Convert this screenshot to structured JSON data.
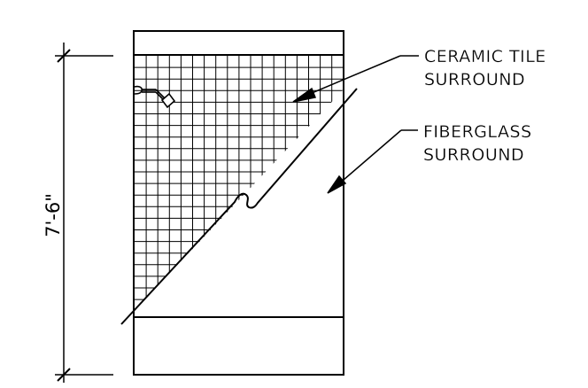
{
  "labels": {
    "ceramic_line1": "CERAMIC TILE",
    "ceramic_line2": "SURROUND",
    "fiberglass_line1": "FIBERGLASS",
    "fiberglass_line2": "SURROUND"
  },
  "dimension": {
    "height_text": "7'-6\""
  },
  "colors": {
    "line": "#000000",
    "background": "#ffffff"
  },
  "icons": {
    "shower_head": "shower-head-icon",
    "break_symbol": "break-line-icon"
  }
}
